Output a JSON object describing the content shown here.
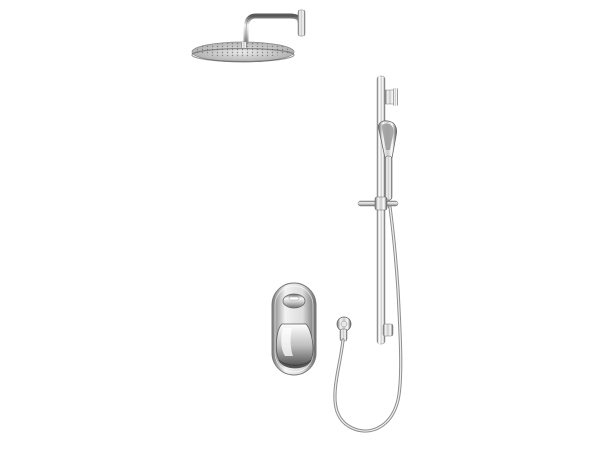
{
  "image": {
    "background_color": "#ffffff",
    "subject": "shower-set-product-photo",
    "finish_colors": {
      "chrome_light": "#f7f7f7",
      "chrome_mid": "#c9c9c9",
      "chrome_dark": "#6e6e6e",
      "chrome_shadow": "#3a3a3a",
      "spray_face": "#9a9a9a"
    },
    "components": [
      "rain-shower-head",
      "shower-arm",
      "slide-rail",
      "hand-shower",
      "slide-bracket",
      "wall-outlet",
      "shower-hose",
      "mixer-valve-plate",
      "mixer-lever"
    ]
  }
}
